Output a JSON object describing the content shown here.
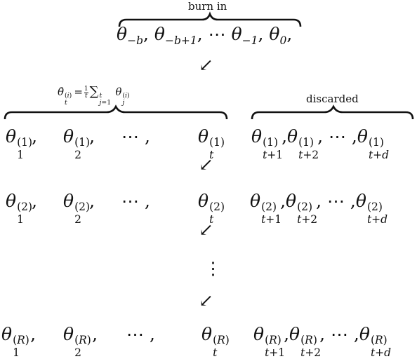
{
  "labels": {
    "burn_in": "burn in",
    "discarded": "discarded",
    "average_formula": "θ̄_t^(i) = 1/t Σ_{j=1}^{t} θ_j^(i)"
  },
  "burn_in_sequence": "θ₋ᵦ, θ₋ᵦ₊₁, ⋯ θ₋₁, θ₀,",
  "rows": [
    {
      "superscript": "(1)",
      "kept": [
        "θ_1^(1),",
        "θ_2^(1),",
        "⋯ ,",
        "θ_t^(1)"
      ],
      "discarded": "θ_{t+1}^(1), θ_{t+2}^(1), ⋯ , θ_{t+d}^(1)"
    },
    {
      "superscript": "(2)",
      "kept": [
        "θ_1^(2),",
        "θ_2^(2),",
        "⋯ ,",
        "θ_t^(2)"
      ],
      "discarded": "θ_{t+1}^(2), θ_{t+2}^(2), ⋯ , θ_{t+d}^(2)"
    },
    {
      "superscript": "(R)",
      "kept": [
        "θ_1^(R),",
        "θ_2^(R),",
        "⋯ ,",
        "θ_t^(R)"
      ],
      "discarded": "θ_{t+1}^(R), θ_{t+2}^(R), ⋯ , θ_{t+d}^(R)"
    }
  ],
  "symbols": {
    "arrow": "↙",
    "vdots": "⋮",
    "dots": "⋯"
  }
}
